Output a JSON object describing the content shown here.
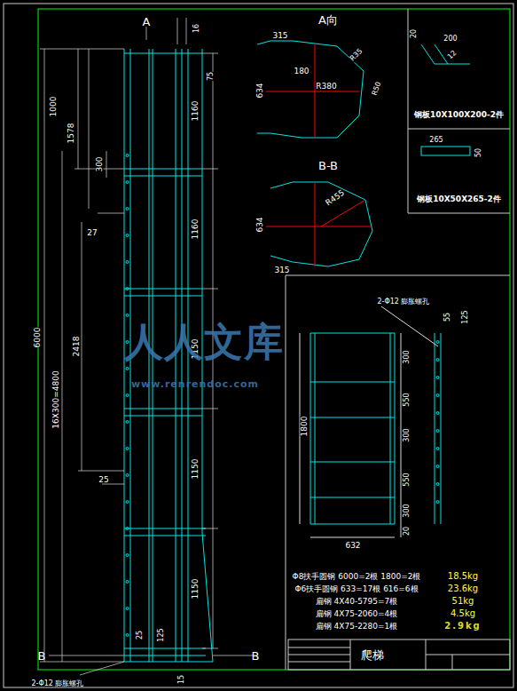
{
  "diagram": {
    "title": "爬梯",
    "nodes": [
      {
        "text": [
          "钢板10X100X200-2件"
        ]
      },
      {
        "text": [
          "钢板10X50X265-2件"
        ]
      }
    ],
    "labels": [
      "A",
      "16",
      "1000",
      "1578",
      "300",
      "27",
      "2418",
      "16X300=4800",
      "6000",
      "25",
      "1160",
      "75",
      "1160",
      "1150",
      "1150",
      "1150",
      "B",
      "25",
      "125",
      "15",
      "2-Φ12 膨胀螺孔",
      "B",
      "A向",
      "315",
      "R35",
      "180",
      "R50",
      "R380",
      "634",
      "B-B",
      "R455",
      "634",
      "315",
      "20",
      "200",
      "12",
      "265",
      "50",
      "2-Φ12 膨胀螺孔",
      "55",
      "125",
      "1800",
      "300",
      "550",
      "300",
      "550",
      "300",
      "20",
      "632",
      "Φ8扶手圆钢  6000=2根  1800=2根",
      "Φ6扶手圆钢  633=17根  616=6根",
      "扁钢  4X40-5795=7根",
      "扁钢  4X75-2060=4根",
      "扁钢  4X75-2280=1根",
      "18.5kg",
      "23.6kg",
      "51kg",
      "4.5kg",
      "2.9kg",
      "人人文库",
      "www.renrendoc.com"
    ]
  }
}
